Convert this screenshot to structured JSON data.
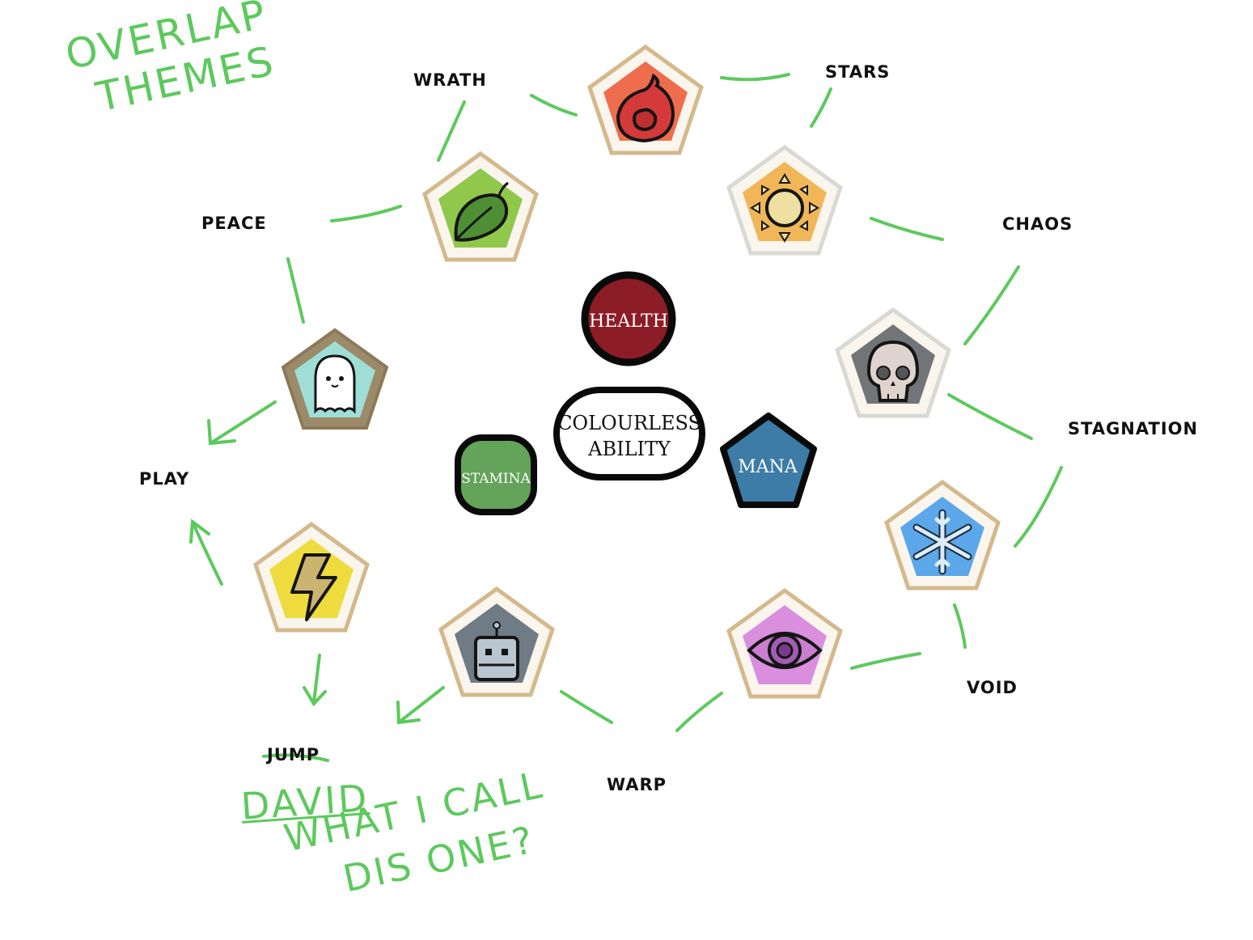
{
  "notes": {
    "title_line1": "OVERLAP",
    "title_line2": "THEMES",
    "question_word1": "DAVID",
    "question_line2": "WHAT I CALL",
    "question_line3": "DIS ONE?"
  },
  "themes": {
    "wrath": "WRATH",
    "stars": "STARS",
    "peace": "PEACE",
    "chaos": "CHAOS",
    "stagnation": "STAGNATION",
    "play": "PLAY",
    "void": "VOID",
    "jump": "JUMP",
    "jump_struck": true,
    "warp": "WARP"
  },
  "core": {
    "health": "HEALTH",
    "colourless_line1": "COLOURLESS",
    "colourless_line2": "ABILITY",
    "stamina": "STAMINA",
    "mana": "MANA"
  },
  "badges": [
    {
      "icon": "fire-icon",
      "color": "#ee6d4c"
    },
    {
      "icon": "sun-icon",
      "color": "#f0b657"
    },
    {
      "icon": "skull-icon",
      "color": "#727578"
    },
    {
      "icon": "snowflake-icon",
      "color": "#5ca7ea"
    },
    {
      "icon": "eye-icon",
      "color": "#d98fdd"
    },
    {
      "icon": "robot-icon",
      "color": "#6f7c86"
    },
    {
      "icon": "lightning-icon",
      "color": "#eedc3e"
    },
    {
      "icon": "ghost-icon",
      "color": "#9fded6"
    },
    {
      "icon": "leaf-icon",
      "color": "#90c84b"
    }
  ],
  "colors": {
    "connector": "#5cc95c",
    "health": "#8c1c26",
    "stamina": "#64a35a",
    "mana": "#3c7ca6",
    "badge_frame": "#d4b98c"
  }
}
